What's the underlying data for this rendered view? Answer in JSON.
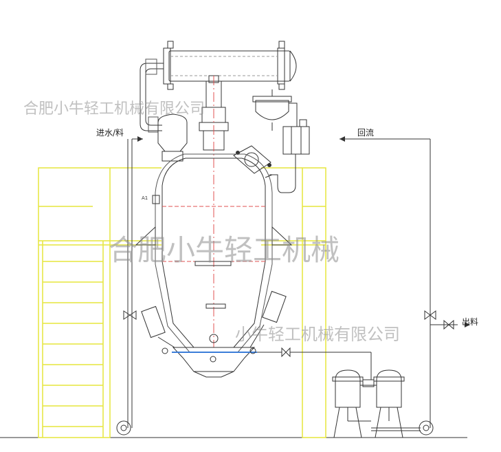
{
  "labels": {
    "inlet": "进水/料",
    "reflux": "回流",
    "outlet": "出料",
    "a1": "A1"
  },
  "watermarks": {
    "top": "合肥小牛轻工机械有限公司",
    "middle": "合肥小牛轻工机械",
    "lower": "小牛轻工机械有限公司"
  },
  "colors": {
    "line": "#333333",
    "platform": "#e6e63c",
    "center_line": "#e05050",
    "pipe_highlight": "#3b7dd8"
  }
}
